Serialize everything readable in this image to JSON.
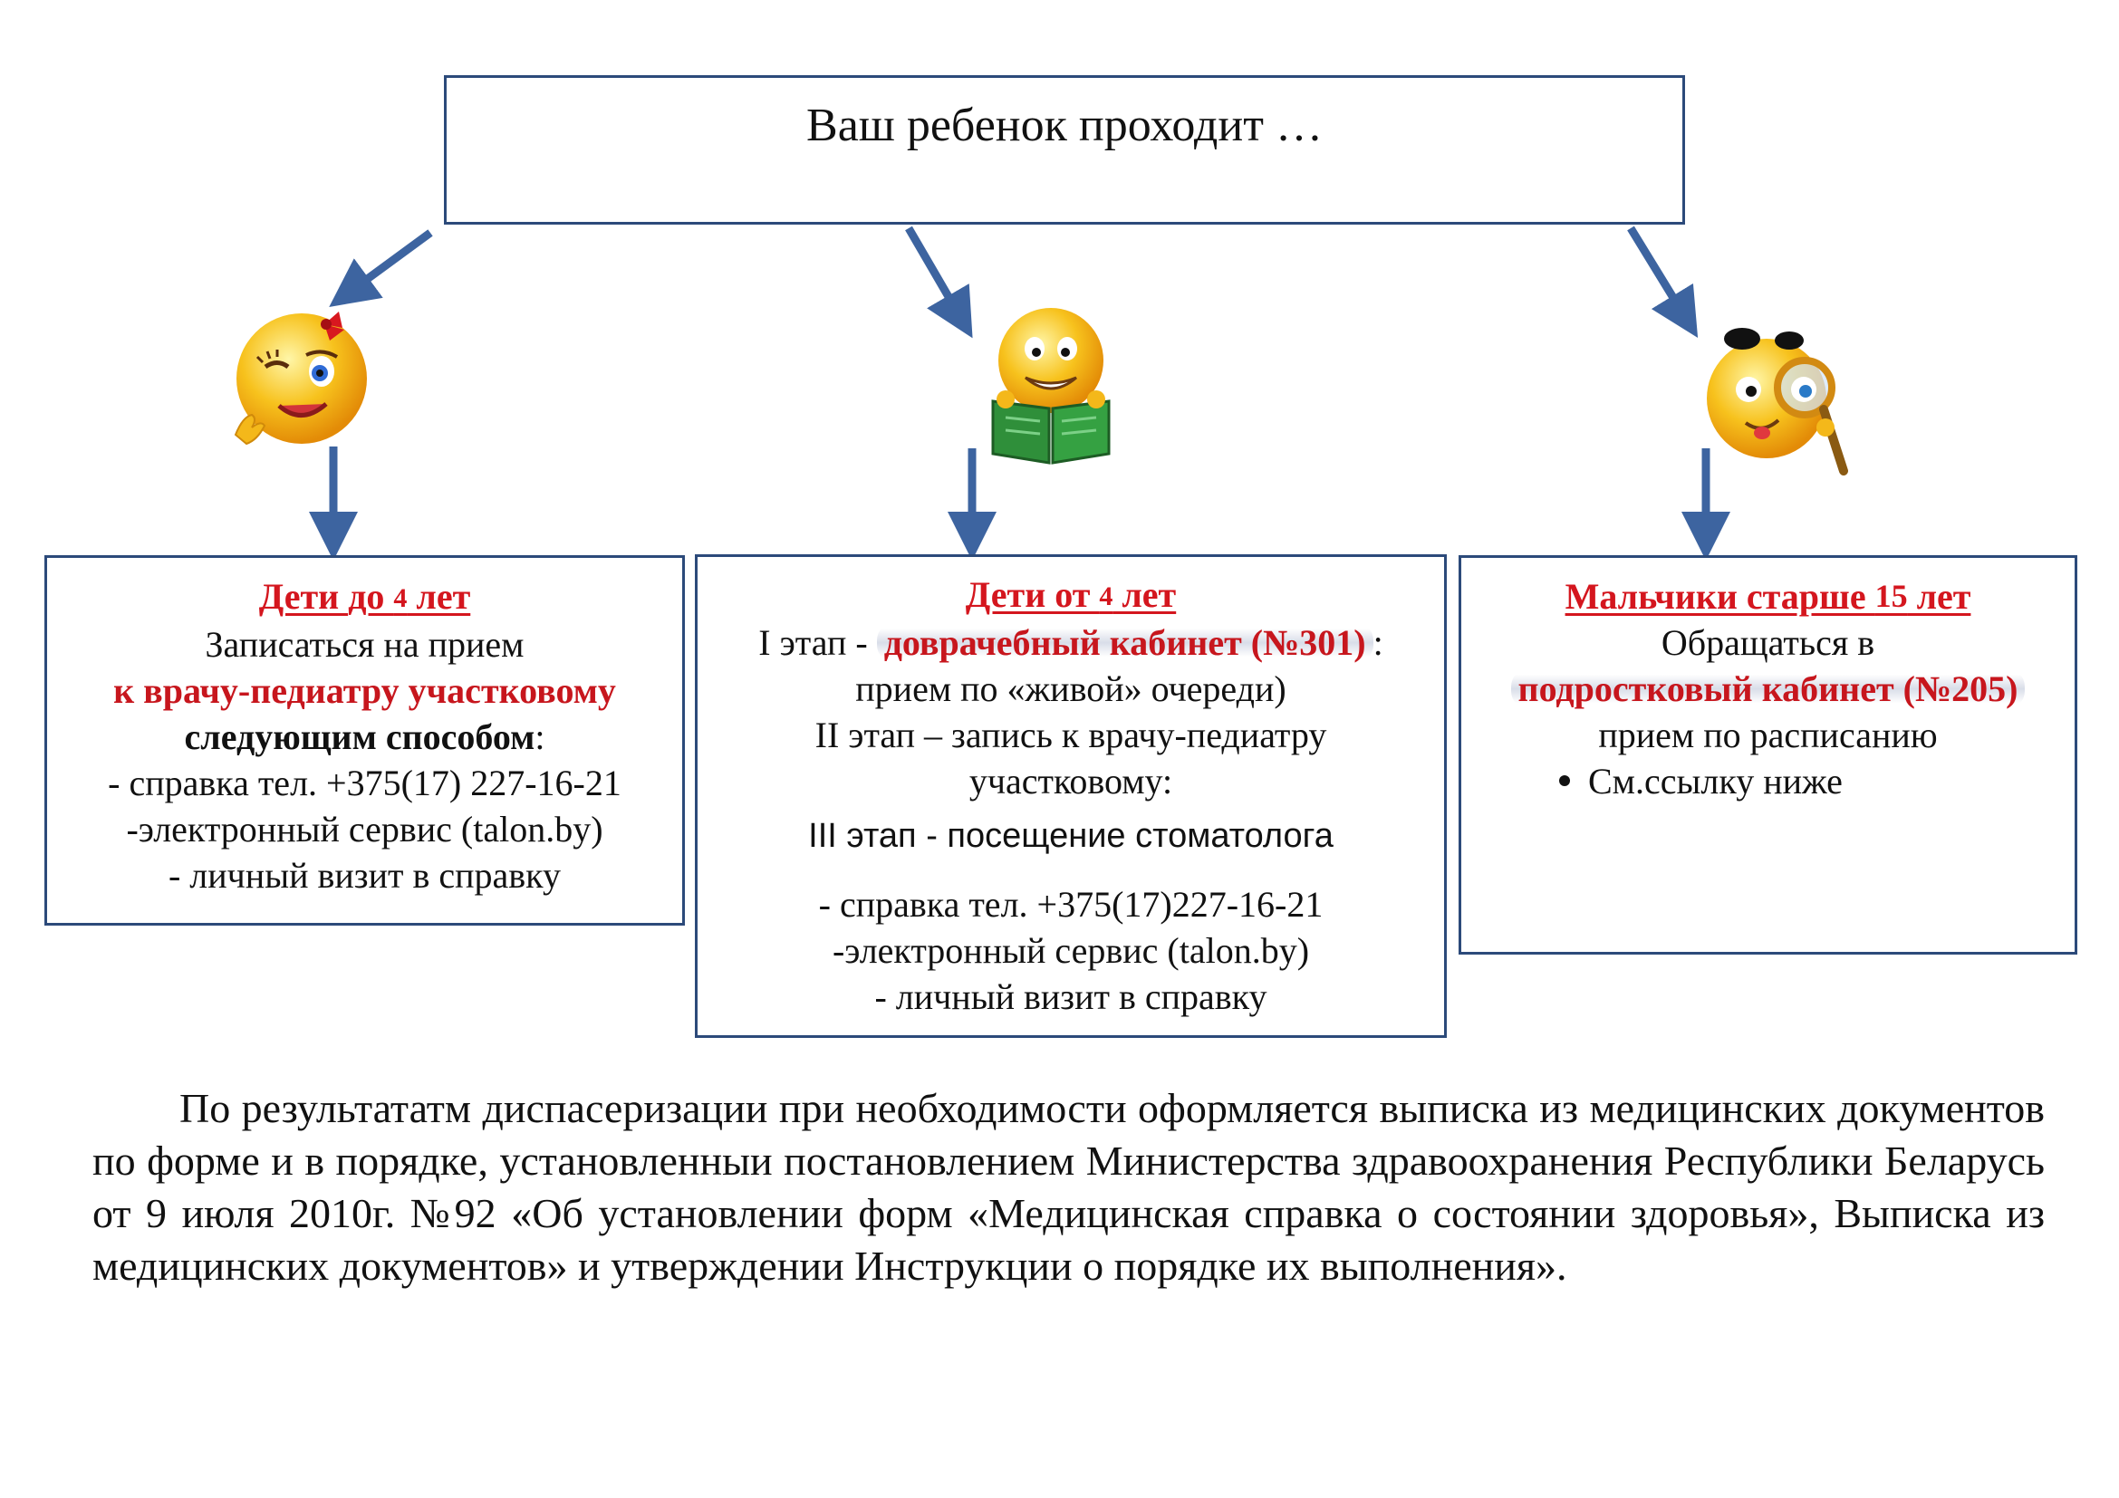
{
  "top": {
    "title": "Ваш ребенок проходит …"
  },
  "left": {
    "heading_a": "Дети ",
    "heading_b": "до ",
    "heading_num": "4",
    "heading_c": " лет",
    "line1": "Записаться на прием",
    "line2": "к врачу-педиатру участковому",
    "line3_bold": "следующим способом",
    "line3_end": ":",
    "line4": "- справка тел. +375(17) 227-16-21",
    "line5": "-электронный сервис (talon.by)",
    "line6": "- личный визит в справку"
  },
  "middle": {
    "heading_a": "Дети от ",
    "heading_num": "4",
    "heading_c": "  лет",
    "stage1_prefix": "I этап - ",
    "stage1_highlight": "доврачебный кабинет (№301)",
    "stage1_end": ":",
    "line2": "прием по «живой» очереди)",
    "line3": "II этап – запись к врачу-педиатру",
    "line4": "участковому:",
    "stage3": "III этап - посещение стоматолога",
    "line6": "- справка тел. +375(17)227-16-21",
    "line7": "-электронный сервис (talon.by)",
    "line8": "- личный визит в справку"
  },
  "right": {
    "heading_a": "Мальчики старше ",
    "heading_num": "15",
    "heading_c": " лет",
    "line1": "Обращаться в",
    "line2": "подростковый кабинет (№205)",
    "line3": "прием по расписанию",
    "bullet": "См.ссылку ниже"
  },
  "footer": {
    "text": "По результататм диспасеризации при необходимости оформляется выписка из медицинских документов по форме и в порядке, установленныи постановлением Министерства здравоохранения Республики Беларусь от 9 июля 2010г. №92 «Об установлении форм «Медицинская справка о состоянии здоровья», Выписка из медицинских документов» и утверждении Инструкции о порядке их выполнения»."
  },
  "colors": {
    "border": "#2c4a7a",
    "arrow": "#3d64a0",
    "heading_red": "#d4161e",
    "face_yellow": "#f7c21d"
  }
}
